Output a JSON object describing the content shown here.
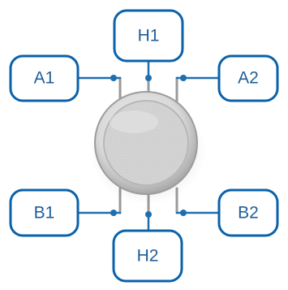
{
  "labels": {
    "a1": "A1",
    "h1": "H1",
    "a2": "A2",
    "b1": "B1",
    "h2": "H2",
    "b2": "B2"
  },
  "colors": {
    "box_stroke": "#0a62ab",
    "text": "#1f5d99",
    "connector": "#1e6fb0"
  }
}
